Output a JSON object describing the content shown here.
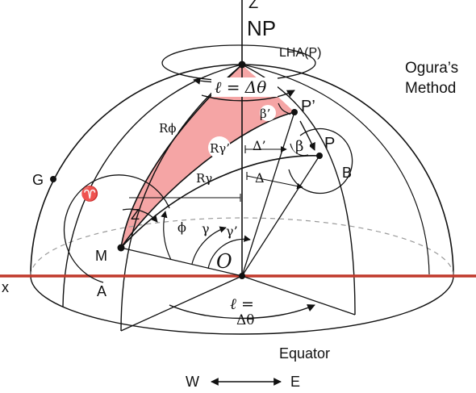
{
  "labels": {
    "z_axis": "Z",
    "north_pole": "NP",
    "lha": "LHA(P)",
    "method_line1": "Ogura’s",
    "method_line2": "Method",
    "ell_top": "ℓ = Δθ",
    "r_phi": "Rϕ",
    "r_gamma_prime": "Rγ’",
    "r_gamma": "Rγ",
    "beta_prime": "β’",
    "beta": "β",
    "p_prime": "P’",
    "p": "P",
    "b": "B",
    "delta_prime": "Δ’",
    "delta": "Δ",
    "g": "G",
    "aries": "♈",
    "zenith_angle": "Z",
    "phi": "ϕ",
    "gamma": "γ",
    "gamma_prime": "γ’",
    "m": "M",
    "origin": "O",
    "x_axis": "x",
    "a": "A",
    "ell_bottom_1": "ℓ =",
    "ell_bottom_2": "Δθ",
    "equator": "Equator",
    "west": "W",
    "east": "E"
  },
  "colors": {
    "line": "#111111",
    "shading": "#f5a5a5",
    "equator_line": "#c0392b",
    "dashed": "#999999"
  }
}
